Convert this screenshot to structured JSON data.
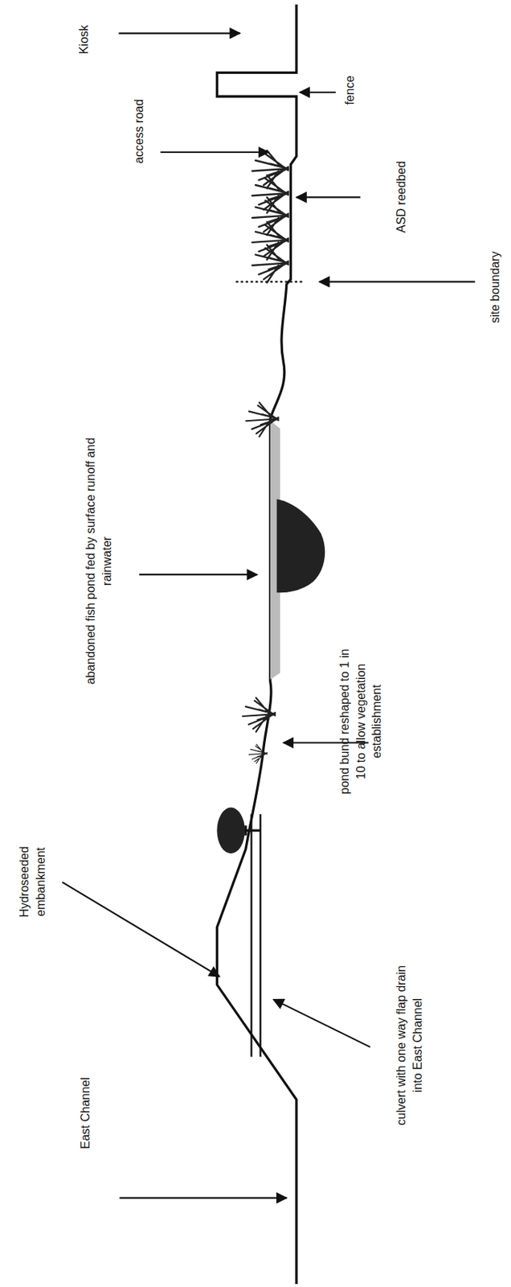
{
  "diagram": {
    "labels": [
      "Kiosk",
      "fence",
      "access road",
      "ASD reedbed",
      "site boundary",
      "abandoned fish pond fed by surface runoff and rainwater",
      "pond bund reshaped to 1 in 10 to allow vegetation establishment",
      "Hydroseeded embankment",
      "culvert with one way flap drain into East Channel",
      "East Channel"
    ]
  }
}
